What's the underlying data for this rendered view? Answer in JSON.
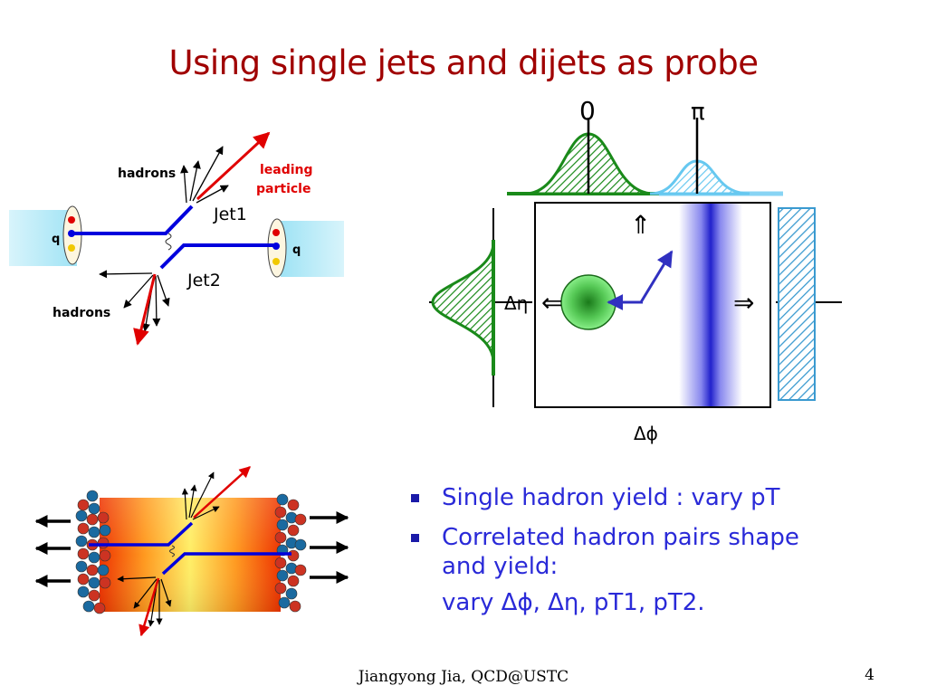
{
  "title": "Using single jets and dijets as probe",
  "top_diagram": {
    "label_hadrons_top": "hadrons",
    "label_leading_1": "leading",
    "label_leading_2": "particle",
    "label_jet1": "Jet1",
    "label_jet2": "Jet2",
    "label_hadrons_bottom": "hadrons",
    "label_q_left": "q",
    "label_q_right": "q"
  },
  "correlation_plot": {
    "label_zero": "0",
    "label_pi": "π",
    "label_up_arrow": "⇑",
    "label_left_arrow": "⇐",
    "label_right_arrow": "⇒",
    "label_deta": "Δη",
    "label_dphi": "Δϕ"
  },
  "bullets": {
    "item1": "Single hadron yield : vary pT",
    "item2_line1": "Correlated hadron pairs shape",
    "item2_line2": "and yield:",
    "item2_line3": "vary Δϕ, Δη, pT1, pT2."
  },
  "footer": {
    "author": "Jiangyong Jia,  QCD@USTC",
    "page_number": "4"
  },
  "colors": {
    "title": "#a00000",
    "bullet_text": "#2a2ad8",
    "jet_line": "#0000dd",
    "leading_particle": "#e00000",
    "near_side_peak": "#1a8a1a",
    "away_side_peak": "#66c8f0"
  }
}
